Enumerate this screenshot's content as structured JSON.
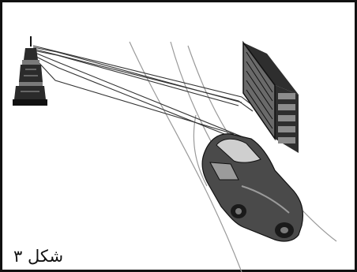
{
  "caption": "شکل ۳",
  "colors": {
    "ink": "#111111",
    "building_face": "#6a6a6a",
    "building_side": "#2e2e2e",
    "building_window": "#8c8c8c",
    "tower_body": "#2b2b2b",
    "tower_band": "#7a7a7a",
    "car_body": "#4a4a4a",
    "car_highlight": "#9b9b9b",
    "car_glass": "#cfcfcf",
    "road_line": "#9a9a9a"
  },
  "icons": [
    "lighthouse-tower",
    "building",
    "car"
  ]
}
